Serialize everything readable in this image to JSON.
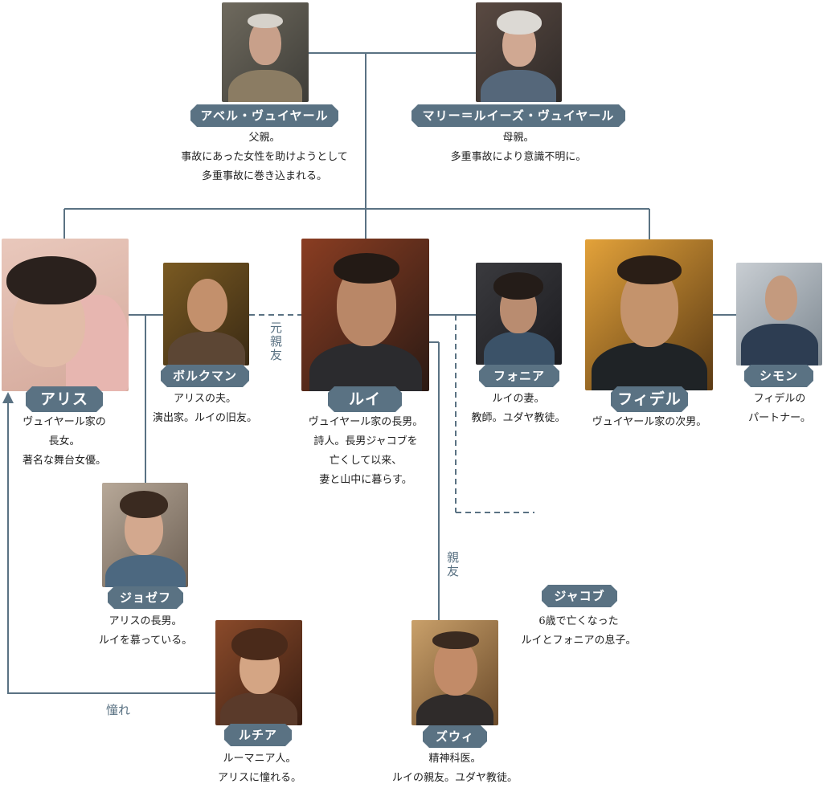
{
  "colors": {
    "accent": "#5a7283",
    "line": "#5a7283"
  },
  "people": {
    "abel": {
      "name": "アベル・ヴュイヤール",
      "desc": [
        "父親。",
        "事故にあった女性を助けようとして",
        "多重事故に巻き込まれる。"
      ]
    },
    "marie": {
      "name": "マリー＝ルイーズ・ヴュイヤール",
      "desc": [
        "母親。",
        "多重事故により意識不明に。"
      ]
    },
    "alice": {
      "name": "アリス",
      "desc": [
        "ヴュイヤール家の",
        "長女。",
        "著名な舞台女優。"
      ]
    },
    "borkman": {
      "name": "ボルクマン",
      "desc": [
        "アリスの夫。",
        "演出家。ルイの旧友。"
      ]
    },
    "louis": {
      "name": "ルイ",
      "desc": [
        "ヴュイヤール家の長男。",
        "詩人。長男ジャコブを",
        "亡くして以来、",
        "妻と山中に暮らす。"
      ]
    },
    "faunia": {
      "name": "フォニア",
      "desc": [
        "ルイの妻。",
        "教師。ユダヤ教徒。"
      ]
    },
    "fidel": {
      "name": "フィデル",
      "desc": [
        "ヴュイヤール家の次男。"
      ]
    },
    "simon": {
      "name": "シモン",
      "desc": [
        "フィデルの",
        "パートナー。"
      ]
    },
    "joseph": {
      "name": "ジョゼフ",
      "desc": [
        "アリスの長男。",
        "ルイを慕っている。"
      ]
    },
    "jacob": {
      "name": "ジャコブ",
      "desc": [
        "6歳で亡くなった",
        "ルイとフォニアの息子。"
      ]
    },
    "lucia": {
      "name": "ルチア",
      "desc": [
        "ルーマニア人。",
        "アリスに憧れる。"
      ]
    },
    "zwy": {
      "name": "ズウィ",
      "desc": [
        "精神科医。",
        "ルイの親友。ユダヤ教徒。"
      ]
    }
  },
  "relations": {
    "former_friend": "元親友",
    "friend": "親友",
    "admiration": "憧れ"
  }
}
